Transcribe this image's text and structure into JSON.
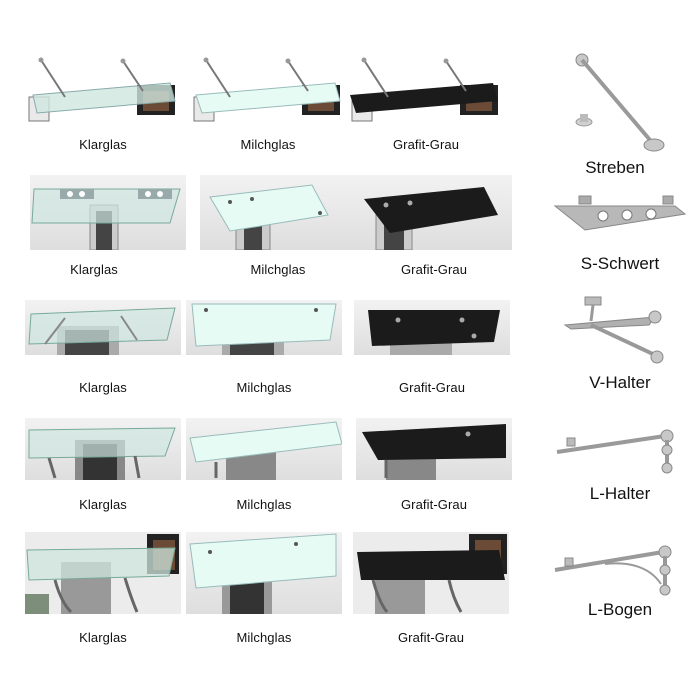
{
  "rows": [
    {
      "style": "Streben",
      "captions": [
        "Klarglas",
        "Milchglas",
        "Grafit-Grau"
      ]
    },
    {
      "style": "S-Schwert",
      "captions": [
        "Klarglas",
        "Milchglas",
        "Grafit-Grau"
      ]
    },
    {
      "style": "V-Halter",
      "captions": [
        "Klarglas",
        "Milchglas",
        "Grafit-Grau"
      ]
    },
    {
      "style": "L-Halter",
      "captions": [
        "Klarglas",
        "Milchglas",
        "Grafit-Grau"
      ]
    },
    {
      "style": "L-Bogen",
      "captions": [
        "Klarglas",
        "Milchglas",
        "Grafit-Grau"
      ]
    }
  ],
  "parts": [
    "Streben",
    "S-Schwert",
    "V-Halter",
    "L-Halter",
    "L-Bogen"
  ],
  "glass_colors": {
    "Klarglas": "#cfe6df",
    "Milchglas": "#e6fbf4",
    "Grafit-Grau": "#1b1b1b"
  }
}
